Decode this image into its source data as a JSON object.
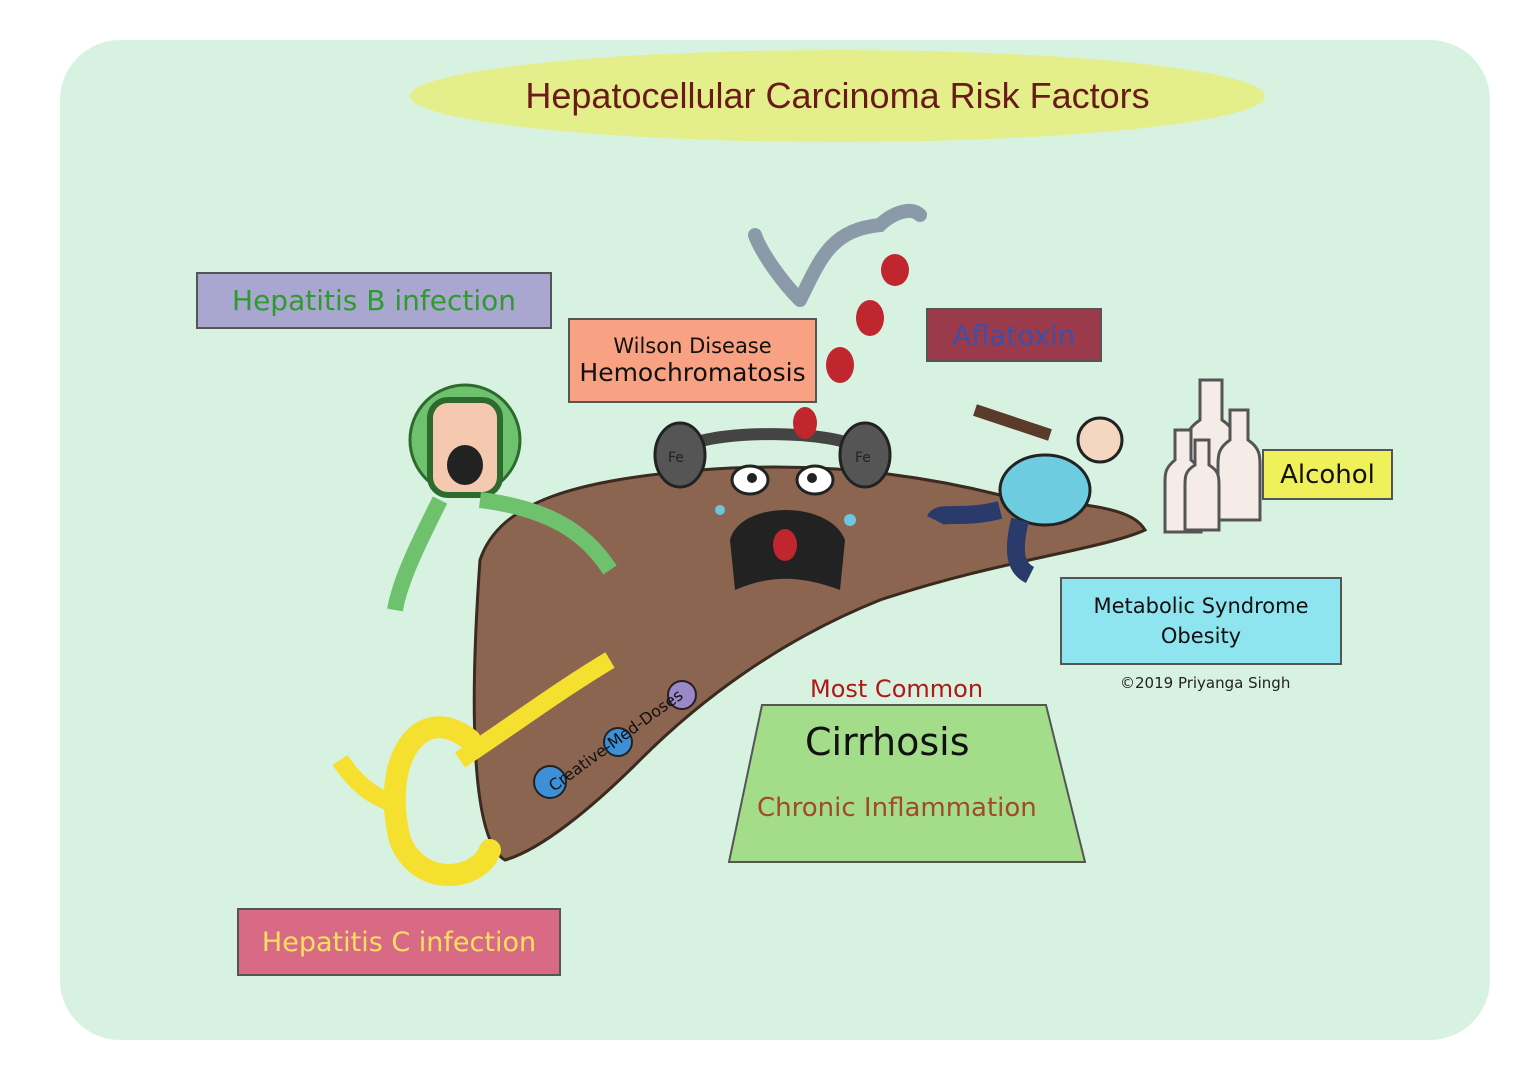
{
  "title": "Hepatocellular Carcinoma Risk Factors",
  "labels": {
    "hep_b": "Hepatitis B infection",
    "wilson": "Wilson Disease",
    "hemochromatosis": "Hemochromatosis",
    "aflatoxin": "Aflatoxin",
    "alcohol": "Alcohol",
    "metabolic": "Metabolic Syndrome",
    "obesity": "Obesity",
    "most_common": "Most Common",
    "cirrhosis": "Cirrhosis",
    "inflammation": "Chronic Inflammation",
    "hep_c": "Hepatitis C infection"
  },
  "iron_symbol": "Fe",
  "copyright": "©2019 Priyanga Singh",
  "watermark": "Creative-Med-Doses",
  "colors": {
    "panel": "#d8f2e2",
    "title_pill": "#e4ef8c",
    "liver": "#8b6550"
  }
}
